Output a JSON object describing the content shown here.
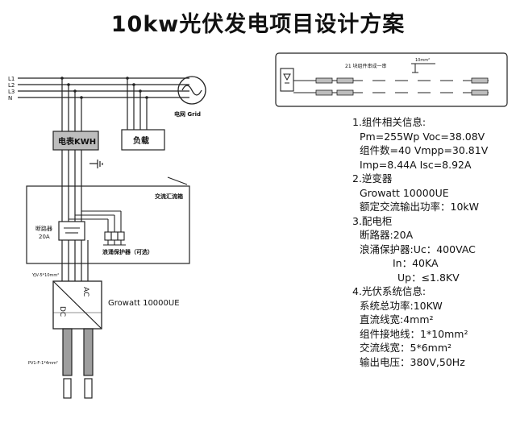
{
  "title": "10kw光伏发电项目设计方案",
  "diagram": {
    "lines": [
      "L1",
      "L2",
      "L3",
      "N"
    ],
    "grid_label": "电网 Grid",
    "meter_label": "电表KWH",
    "load_label": "负载",
    "combiner_label": "交流汇流箱",
    "breaker_label": "断路器",
    "breaker_rating": "20A",
    "surge_label": "浪涌保护器（可选）",
    "cable_ac_label": "YJV-5*10mm²",
    "inverter_dc": "DC",
    "inverter_ac": "AC",
    "inverter_name": "Growatt 10000UE",
    "pv_cable_label": "PV1-F-1*4mm²",
    "module_string_label": "21 块组件串成一串",
    "ground_label": "10mm²"
  },
  "info": {
    "s1_title": "1.组件相关信息:",
    "s1_pm_voc": "Pm=255Wp Voc=38.08V",
    "s1_count_vmpp": "组件数=40  Vmpp=30.81V",
    "s1_imp_isc": "Imp=8.44A   Isc=8.92A",
    "s2_title": "2.逆变器",
    "s2_model": "Growatt 10000UE",
    "s2_power": "额定交流输出功率：10kW",
    "s3_title": "3.配电柜",
    "s3_breaker": "断路器:20A",
    "s3_surge": "浪涌保护器:Uc：400VAC",
    "s3_in": "In：40KA",
    "s3_up": "Up：≤1.8KV",
    "s4_title": "4.光伏系统信息:",
    "s4_power": "系统总功率:10KW",
    "s4_dc_wire": "直流线宽:4mm²",
    "s4_ground": "组件接地线：1*10mm²",
    "s4_ac_wire": "交流线宽：5*6mm²",
    "s4_voltage": "输出电压：380V,50Hz"
  }
}
